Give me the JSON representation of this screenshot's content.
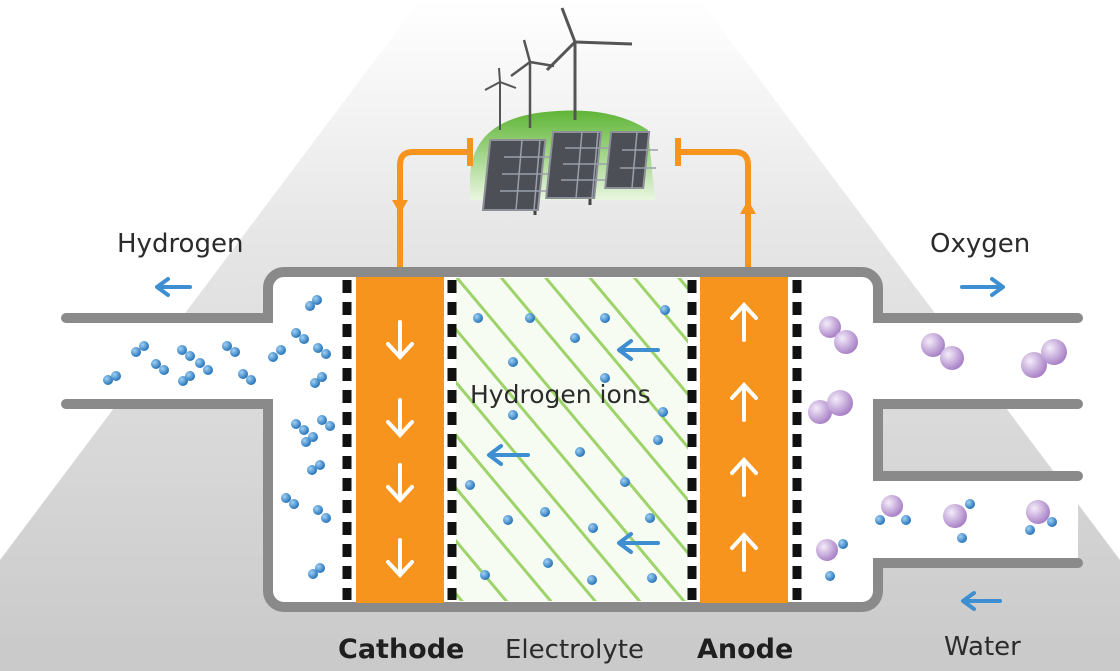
{
  "labels": {
    "hydrogen": "Hydrogen",
    "oxygen": "Oxygen",
    "hydrogen_ions": "Hydrogen ions",
    "cathode": "Cathode",
    "electrolyte": "Electrolyte",
    "anode": "Anode",
    "water": "Water"
  },
  "colors": {
    "electrode": "#f7941d",
    "wire": "#f7941d",
    "arrow_blue": "#3d8fd1",
    "hydrogen_molecule": "#2f7fc4",
    "oxygen_molecule": "#c8a6dc",
    "membrane_stripe": "#8cc63f",
    "housing": "#8a8a8a",
    "background_fan": "#d6d6d6",
    "hill": "#6cbf3f"
  },
  "icons": [
    "wind-turbine-icon",
    "solar-panel-icon"
  ]
}
